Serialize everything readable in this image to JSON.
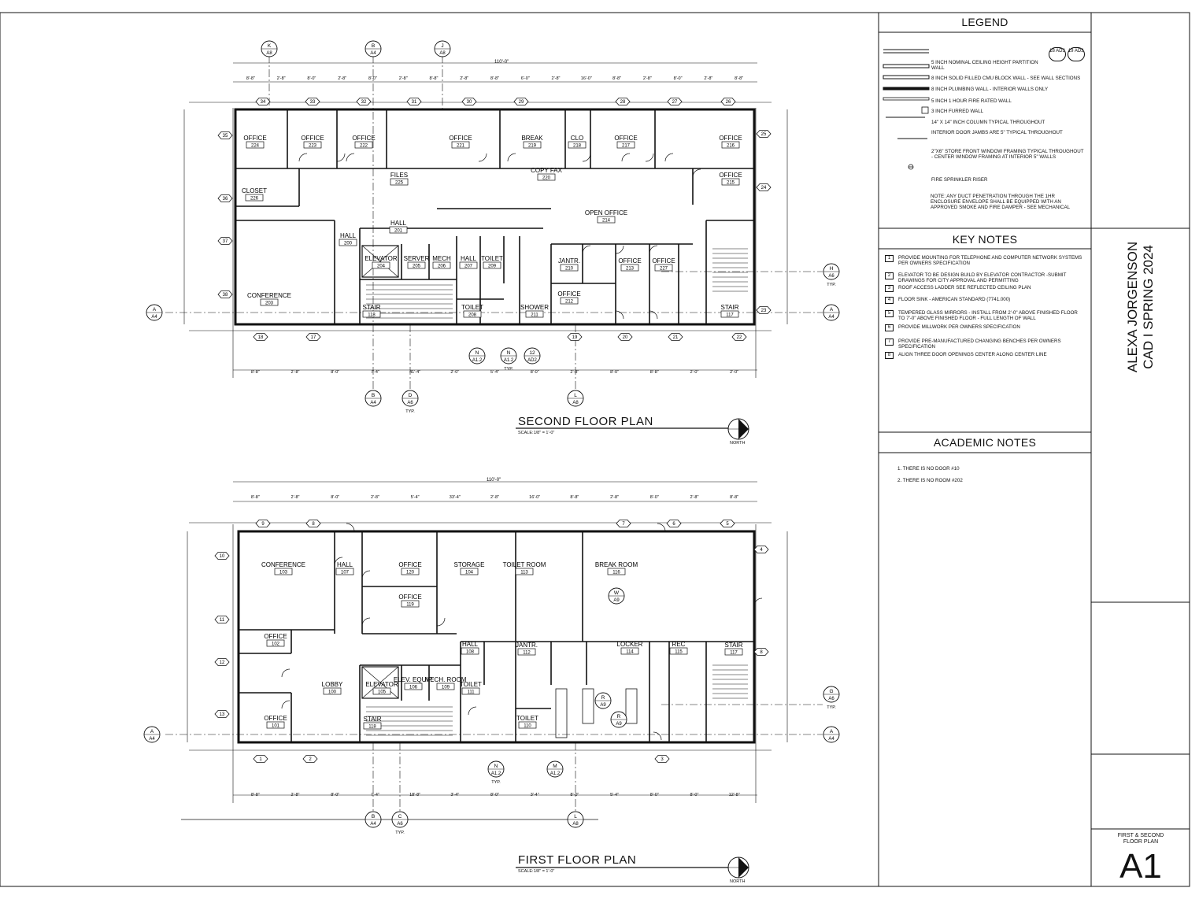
{
  "legend": {
    "title": "LEGEND",
    "items": [
      "5 INCH NOMINAL CEILING HEIGHT PARTITION WALL",
      "8 INCH SOLID FILLED CMU BLOCK WALL - SEE WALL SECTIONS",
      "8 INCH PLUMBING WALL - INTERIOR WALLS ONLY",
      "5 INCH 1 HOUR FIRE RATED WALL",
      "3 INCH FURRED WALL",
      "14\" X 14\" INCH COLUMN TYPICAL THROUGHOUT",
      "INTERIOR DOOR JAMBS ARE 5\" TYPICAL THROUGHOUT",
      "2\"X6\" STORE FRONT WINDOW FRAMING TYPICAL THROUGHOUT - CENTER WINDOW FRAMING AT INTERIOR 5\" WALLS",
      "FIRE SPRINKLER RISER"
    ],
    "wall_tags": [
      "18 AD3",
      "19 AD3"
    ],
    "note": "NOTE: ANY DUCT PENETRATION THROUGH THE 1HR ENCLOSURE ENVELOPE SHALL BE EQUIPPED WITH AN APPROVED SMOKE AND FIRE DAMPER - SEE MECHANICAL"
  },
  "key_notes": {
    "title": "KEY NOTES",
    "items": [
      {
        "n": "1",
        "text": "PROVIDE MOUNTING FOR TELEPHONE AND COMPUTER NETWORK SYSTEMS PER OWNERS SPECIFICATION"
      },
      {
        "n": "2",
        "text": "ELEVATOR TO BE DESIGN BUILD BY ELEVATOR CONTRACTOR -SUBMIT DRAWINGS FOR CITY APPROVAL AND PERMITTING"
      },
      {
        "n": "3",
        "text": "ROOF ACCESS LADDER SEE REFLECTED CEILING PLAN"
      },
      {
        "n": "4",
        "text": "FLOOR SINK - AMERICAN STANDARD (7741.000)"
      },
      {
        "n": "5",
        "text": "TEMPERED GLASS MIRRORS - INSTALL FROM 2'-0\" ABOVE FINISHED FLOOR TO 7'-0\" ABOVE FINISHED FLOOR - FULL LENGTH OF WALL"
      },
      {
        "n": "6",
        "text": "PROVIDE MILLWORK PER OWNERS SPECIFICATION"
      },
      {
        "n": "7",
        "text": "PROVIDE PRE-MANUFACTURED CHANGING BENCHES PER OWNERS SPECIFICATION"
      },
      {
        "n": "8",
        "text": "ALIGN THREE DOOR OPENINGS CENTER ALONG CENTER LINE"
      }
    ]
  },
  "academic_notes": {
    "title": "ACADEMIC NOTES",
    "items": [
      "1. THERE IS NO DOOR #10",
      "2. THERE IS NO ROOM #202"
    ]
  },
  "title_block": {
    "author": "ALEXA JORGENSON",
    "course": "CAD I SPRING 2024",
    "sheet_title_1": "FIRST & SECOND",
    "sheet_title_2": "FLOOR PLAN",
    "sheet_number": "A1"
  },
  "second_floor": {
    "title": "SECOND FLOOR PLAN",
    "scale": "SCALE:1/8\" = 1'-0\"",
    "north": "NORTH",
    "overall": "110'-0\"",
    "rooms": [
      {
        "name": "OFFICE",
        "num": "224"
      },
      {
        "name": "OFFICE",
        "num": "223"
      },
      {
        "name": "OFFICE",
        "num": "222"
      },
      {
        "name": "OFFICE",
        "num": "221"
      },
      {
        "name": "BREAK",
        "num": "219"
      },
      {
        "name": "CLO",
        "num": "218"
      },
      {
        "name": "OFFICE",
        "num": "217"
      },
      {
        "name": "OFFICE",
        "num": "216"
      },
      {
        "name": "CLOSET",
        "num": "226"
      },
      {
        "name": "FILES",
        "num": "225"
      },
      {
        "name": "COPY FAX",
        "num": "220"
      },
      {
        "name": "OFFICE",
        "num": "215"
      },
      {
        "name": "OPEN OFFICE",
        "num": "214"
      },
      {
        "name": "HALL",
        "num": "201"
      },
      {
        "name": "HALL",
        "num": "200"
      },
      {
        "name": "ELEVATOR",
        "num": "204"
      },
      {
        "name": "SERVER",
        "num": "205"
      },
      {
        "name": "MECH",
        "num": "206"
      },
      {
        "name": "HALL",
        "num": "207"
      },
      {
        "name": "TOILET",
        "num": "209"
      },
      {
        "name": "JANTR.",
        "num": "210"
      },
      {
        "name": "OFFICE",
        "num": "213"
      },
      {
        "name": "OFFICE",
        "num": "227"
      },
      {
        "name": "CONFERENCE",
        "num": "203"
      },
      {
        "name": "STAIR",
        "num": "118"
      },
      {
        "name": "TOILET",
        "num": "208"
      },
      {
        "name": "SHOWER",
        "num": "211"
      },
      {
        "name": "OFFICE",
        "num": "212"
      },
      {
        "name": "STAIR",
        "num": "117"
      }
    ],
    "top_dims": [
      "8'-8\"",
      "2'-8\"",
      "8'-0\"",
      "2'-8\"",
      "8'-0\"",
      "2'-8\"",
      "8'-8\"",
      "2'-8\"",
      "8'-8\"",
      "6'-0\"",
      "2'-8\"",
      "16'-0\"",
      "8'-8\"",
      "2'-8\"",
      "8'-0\"",
      "2'-8\"",
      "8'-8\""
    ],
    "bottom_dims": [
      "8'-8\"",
      "2'-8\"",
      "8'-0\"",
      "7'-4\"",
      "41'-4\"",
      "2'-0\"",
      "5'-4\"",
      "8'-0\"",
      "2'-8\"",
      "8'-0\"",
      "8'-8\"",
      "2'-0\"",
      "2'-0\""
    ],
    "window_tags_top": [
      "34",
      "33",
      "32",
      "31",
      "30",
      "29",
      "28",
      "27",
      "26"
    ],
    "window_tags_bottom": [
      "18",
      "17",
      "19",
      "20",
      "21",
      "22"
    ],
    "window_tags_left": [
      "35",
      "36",
      "37",
      "38"
    ],
    "window_tags_right": [
      "25",
      "24",
      "23"
    ],
    "grid_bubbles_top": [
      {
        "a": "K",
        "b": "A8"
      },
      {
        "a": "B",
        "b": "A4"
      },
      {
        "a": "J",
        "b": "A8"
      }
    ],
    "grid_bubbles_bottom": [
      {
        "a": "B",
        "b": "A4"
      },
      {
        "a": "D",
        "b": "A6"
      },
      {
        "a": "L",
        "b": "A8"
      }
    ],
    "side_bubbles": [
      {
        "a": "A",
        "b": "A4"
      },
      {
        "a": "A",
        "b": "A4"
      },
      {
        "a": "H",
        "b": "A6"
      }
    ],
    "detail_bubbles": [
      {
        "a": "N",
        "b": "A1.2"
      },
      {
        "a": "N",
        "b": "A1.2"
      },
      {
        "a": "12",
        "b": "AD2"
      }
    ],
    "typ": "TYP."
  },
  "first_floor": {
    "title": "FIRST FLOOR PLAN",
    "scale": "SCALE:1/8\" = 1'-0\"",
    "north": "NORTH",
    "overall": "110'-0\"",
    "rooms": [
      {
        "name": "CONFERENCE",
        "num": "103"
      },
      {
        "name": "HALL",
        "num": "107"
      },
      {
        "name": "OFFICE",
        "num": "120"
      },
      {
        "name": "STORAGE",
        "num": "104"
      },
      {
        "name": "TOILET ROOM",
        "num": "113"
      },
      {
        "name": "BREAK ROOM",
        "num": "116"
      },
      {
        "name": "OFFICE",
        "num": "119"
      },
      {
        "name": "OFFICE",
        "num": "102"
      },
      {
        "name": "HALL",
        "num": "108"
      },
      {
        "name": "JANTR.",
        "num": "112"
      },
      {
        "name": "LOCKER",
        "num": "114"
      },
      {
        "name": "REC",
        "num": "115"
      },
      {
        "name": "STAIR",
        "num": "117"
      },
      {
        "name": "LOBBY",
        "num": "100"
      },
      {
        "name": "ELEVATOR",
        "num": "105"
      },
      {
        "name": "ELEV. EQUIP.",
        "num": "106"
      },
      {
        "name": "MECH. ROOM",
        "num": "109"
      },
      {
        "name": "TOILET",
        "num": "111"
      },
      {
        "name": "OFFICE",
        "num": "101"
      },
      {
        "name": "STAIR",
        "num": "118"
      },
      {
        "name": "TOILET",
        "num": "110"
      }
    ],
    "top_dims": [
      "8'-8\"",
      "2'-8\"",
      "8'-0\"",
      "2'-8\"",
      "5'-4\"",
      "33'-4\"",
      "2'-8\"",
      "16'-0\"",
      "8'-8\"",
      "2'-8\"",
      "8'-0\"",
      "2'-8\"",
      "8'-8\""
    ],
    "bottom_dims": [
      "8'-8\"",
      "2'-8\"",
      "8'-0\"",
      "7'-4\"",
      "18'-8\"",
      "3'-4\"",
      "8'-0\"",
      "3'-4\"",
      "8'-0\"",
      "5'-4\"",
      "8'-0\"",
      "8'-0\"",
      "12'-8\""
    ],
    "window_tags_top": [
      "9",
      "8",
      "7",
      "6",
      "5"
    ],
    "window_tags_bottom": [
      "1",
      "2",
      "3"
    ],
    "window_tags_left": [
      "10",
      "11",
      "12",
      "13"
    ],
    "window_tags_right": [
      "4",
      "8"
    ],
    "grid_bubbles_bottom": [
      {
        "a": "B",
        "b": "A4"
      },
      {
        "a": "C",
        "b": "A6"
      },
      {
        "a": "L",
        "b": "A8"
      }
    ],
    "side_bubbles": [
      {
        "a": "A",
        "b": "A4"
      },
      {
        "a": "A",
        "b": "A4"
      },
      {
        "a": "G",
        "b": "A6"
      }
    ],
    "detail_bubbles": [
      {
        "a": "N",
        "b": "A1.2"
      },
      {
        "a": "M",
        "b": "A1.2"
      },
      {
        "a": "W",
        "b": "A9"
      },
      {
        "a": "R",
        "b": "A9"
      },
      {
        "a": "R",
        "b": "A9"
      }
    ],
    "typ": "TYP."
  }
}
